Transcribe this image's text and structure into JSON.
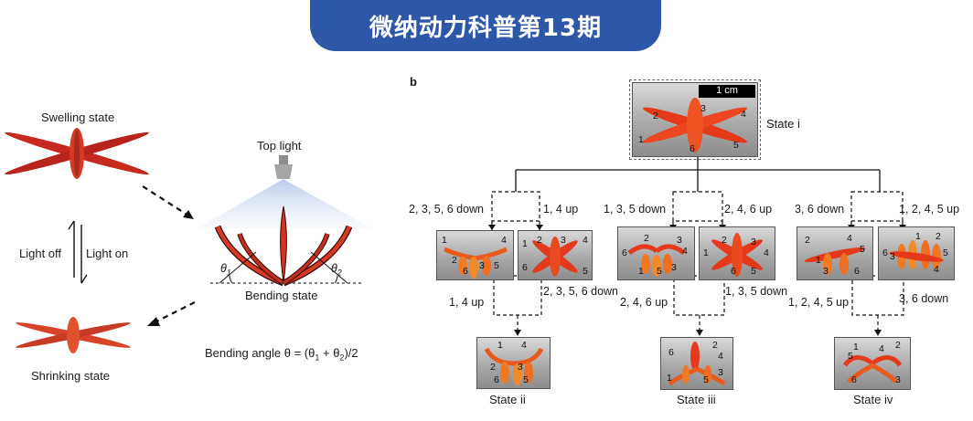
{
  "banner": {
    "title": "微纳动力科普第13期"
  },
  "left_panel": {
    "swelling_label": "Swelling state",
    "light_off": "Light off",
    "light_on": "Light on",
    "shrinking_label": "Shrinking state",
    "top_light": "Top light",
    "theta1": "θ",
    "theta1_sub": "1",
    "theta2": "θ",
    "theta2_sub": "2",
    "bending_state": "Bending state",
    "bending_angle": "Bending angle θ = (θ",
    "bending_angle_sub1": "1",
    "bending_angle_mid": " + θ",
    "bending_angle_sub2": "2",
    "bending_angle_end": ")/2"
  },
  "right_panel": {
    "panel_letter": "b",
    "scale_bar": "1 cm",
    "state_i": "State i",
    "state_ii": "State ii",
    "state_iii": "State iii",
    "state_iv": "State iv",
    "edges": {
      "e1": "2, 3, 5, 6 down",
      "e2": "1, 4 up",
      "e3": "1, 3, 5 down",
      "e4": "2, 4, 6 up",
      "e5": "3, 6 down",
      "e6": "1, 2, 4, 5 up",
      "e7": "1, 4 up",
      "e8": "2, 3, 5, 6 down",
      "e9": "2, 4, 6 up",
      "e10": "1, 3, 5 down",
      "e11": "1, 2, 4, 5 up",
      "e12": "3, 6 down"
    },
    "photos": {
      "top": [
        "2",
        "3",
        "4",
        "1",
        "6",
        "5"
      ],
      "m1": [
        "1",
        "4",
        "2",
        "3",
        "5",
        "6"
      ],
      "m2": [
        "1",
        "2",
        "3",
        "4",
        "6",
        "5"
      ],
      "m3": [
        "2",
        "3",
        "6",
        "4",
        "1",
        "5",
        "3"
      ],
      "m4": [
        "2",
        "3",
        "1",
        "4",
        "6",
        "5"
      ],
      "m5": [
        "2",
        "4",
        "5",
        "1",
        "3",
        "6"
      ],
      "m6": [
        "1",
        "2",
        "6",
        "5",
        "3",
        "4"
      ],
      "b1": [
        "1",
        "4",
        "2",
        "3",
        "6",
        "5"
      ],
      "b2": [
        "6",
        "2",
        "4",
        "1",
        "5",
        "3"
      ],
      "b3": [
        "1",
        "4",
        "2",
        "5",
        "6",
        "3"
      ]
    }
  },
  "colors": {
    "banner": "#2d58a8",
    "petal_red": "#e1361b",
    "petal_orange": "#f06a1e",
    "dark_red": "#8e1b14"
  }
}
